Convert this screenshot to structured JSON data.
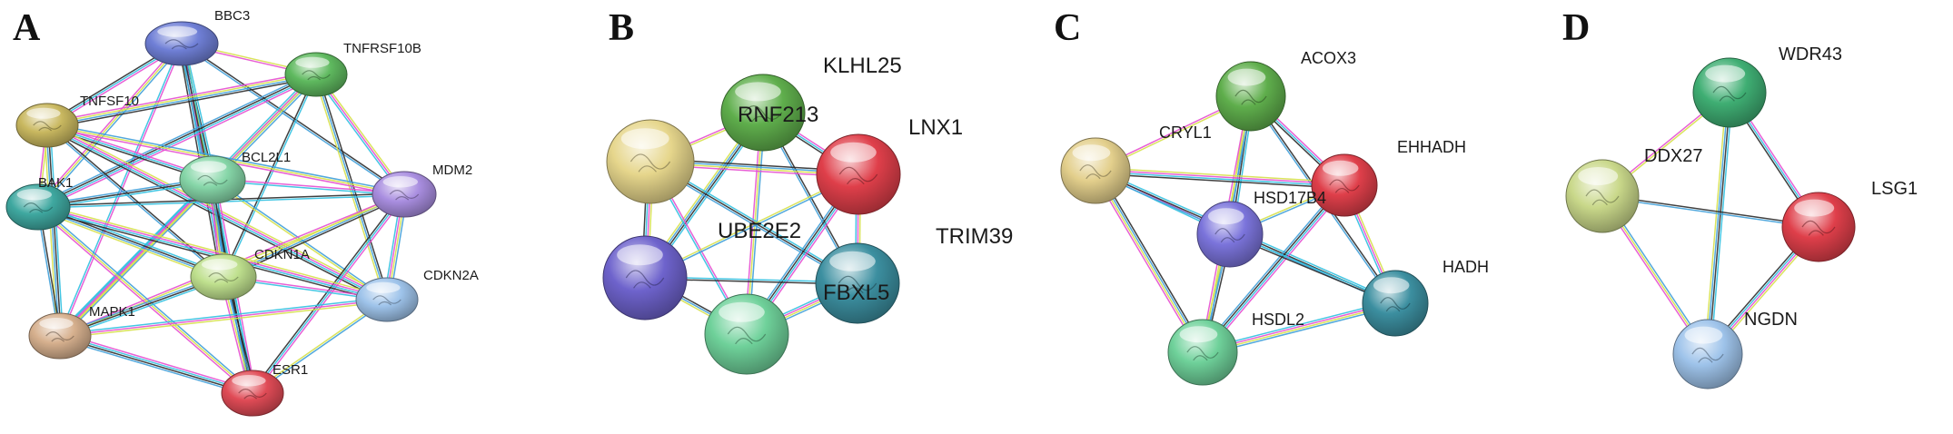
{
  "panels": [
    {
      "letter": "A",
      "nodes": [
        {
          "id": "BBC3",
          "label": "BBC3",
          "color": "#6f7fd6"
        },
        {
          "id": "TNFRSF10B",
          "label": "TNFRSF10B",
          "color": "#5fb95f"
        },
        {
          "id": "TNFSF10",
          "label": "TNFSF10",
          "color": "#c9b860"
        },
        {
          "id": "BCL2L1",
          "label": "BCL2L1",
          "color": "#86d6a8"
        },
        {
          "id": "MDM2",
          "label": "MDM2",
          "color": "#a98ee0"
        },
        {
          "id": "BAK1",
          "label": "BAK1",
          "color": "#3fa8a0"
        },
        {
          "id": "CDKN1A",
          "label": "CDKN1A",
          "color": "#bfe08e"
        },
        {
          "id": "CDKN2A",
          "label": "CDKN2A",
          "color": "#9ec3ea"
        },
        {
          "id": "MAPK1",
          "label": "MAPK1",
          "color": "#d6b08e"
        },
        {
          "id": "ESR1",
          "label": "ESR1",
          "color": "#e04b56"
        }
      ],
      "edges": [
        [
          "BBC3",
          "TNFRSF10B"
        ],
        [
          "BBC3",
          "TNFSF10"
        ],
        [
          "BBC3",
          "BCL2L1"
        ],
        [
          "BBC3",
          "MDM2"
        ],
        [
          "BBC3",
          "BAK1"
        ],
        [
          "BBC3",
          "CDKN1A"
        ],
        [
          "BBC3",
          "MAPK1"
        ],
        [
          "BBC3",
          "ESR1"
        ],
        [
          "TNFRSF10B",
          "TNFSF10"
        ],
        [
          "TNFRSF10B",
          "BCL2L1"
        ],
        [
          "TNFRSF10B",
          "MDM2"
        ],
        [
          "TNFRSF10B",
          "BAK1"
        ],
        [
          "TNFRSF10B",
          "CDKN1A"
        ],
        [
          "TNFRSF10B",
          "CDKN2A"
        ],
        [
          "TNFRSF10B",
          "MAPK1"
        ],
        [
          "TNFSF10",
          "BAK1"
        ],
        [
          "TNFSF10",
          "BCL2L1"
        ],
        [
          "TNFSF10",
          "MAPK1"
        ],
        [
          "TNFSF10",
          "CDKN1A"
        ],
        [
          "TNFSF10",
          "MDM2"
        ],
        [
          "TNFSF10",
          "CDKN2A"
        ],
        [
          "BCL2L1",
          "MDM2"
        ],
        [
          "BCL2L1",
          "BAK1"
        ],
        [
          "BCL2L1",
          "CDKN1A"
        ],
        [
          "BCL2L1",
          "CDKN2A"
        ],
        [
          "BCL2L1",
          "MAPK1"
        ],
        [
          "BCL2L1",
          "ESR1"
        ],
        [
          "MDM2",
          "BAK1"
        ],
        [
          "MDM2",
          "CDKN1A"
        ],
        [
          "MDM2",
          "CDKN2A"
        ],
        [
          "MDM2",
          "MAPK1"
        ],
        [
          "MDM2",
          "ESR1"
        ],
        [
          "BAK1",
          "CDKN1A"
        ],
        [
          "BAK1",
          "MAPK1"
        ],
        [
          "BAK1",
          "ESR1"
        ],
        [
          "BAK1",
          "CDKN2A"
        ],
        [
          "CDKN1A",
          "CDKN2A"
        ],
        [
          "CDKN1A",
          "MAPK1"
        ],
        [
          "CDKN1A",
          "ESR1"
        ],
        [
          "CDKN2A",
          "ESR1"
        ],
        [
          "CDKN2A",
          "MAPK1"
        ],
        [
          "MAPK1",
          "ESR1"
        ]
      ]
    },
    {
      "letter": "B",
      "nodes": [
        {
          "id": "KLHL25",
          "label": "KLHL25",
          "color": "#5fae4c"
        },
        {
          "id": "RNF213",
          "label": "RNF213",
          "color": "#e6d68c"
        },
        {
          "id": "LNX1",
          "label": "LNX1",
          "color": "#df3f4a"
        },
        {
          "id": "UBE2E2",
          "label": "UBE2E2",
          "color": "#6e63cc"
        },
        {
          "id": "TRIM39",
          "label": "TRIM39",
          "color": "#3c8fa0"
        },
        {
          "id": "FBXL5",
          "label": "FBXL5",
          "color": "#6fd19a"
        }
      ],
      "edges": [
        [
          "KLHL25",
          "RNF213"
        ],
        [
          "KLHL25",
          "LNX1"
        ],
        [
          "KLHL25",
          "UBE2E2"
        ],
        [
          "KLHL25",
          "TRIM39"
        ],
        [
          "KLHL25",
          "FBXL5"
        ],
        [
          "RNF213",
          "UBE2E2"
        ],
        [
          "RNF213",
          "FBXL5"
        ],
        [
          "RNF213",
          "TRIM39"
        ],
        [
          "RNF213",
          "LNX1"
        ],
        [
          "LNX1",
          "UBE2E2"
        ],
        [
          "LNX1",
          "TRIM39"
        ],
        [
          "LNX1",
          "FBXL5"
        ],
        [
          "UBE2E2",
          "TRIM39"
        ],
        [
          "UBE2E2",
          "FBXL5"
        ],
        [
          "TRIM39",
          "FBXL5"
        ]
      ]
    },
    {
      "letter": "C",
      "nodes": [
        {
          "id": "ACOX3",
          "label": "ACOX3",
          "color": "#5fae4c"
        },
        {
          "id": "CRYL1",
          "label": "CRYL1",
          "color": "#e3cf8c"
        },
        {
          "id": "EHHADH",
          "label": "EHHADH",
          "color": "#df3f4a"
        },
        {
          "id": "HSD17B4",
          "label": "HSD17B4",
          "color": "#7b74db"
        },
        {
          "id": "HADH",
          "label": "HADH",
          "color": "#3c8fa0"
        },
        {
          "id": "HSDL2",
          "label": "HSDL2",
          "color": "#6fd19a"
        }
      ],
      "edges": [
        [
          "ACOX3",
          "CRYL1"
        ],
        [
          "ACOX3",
          "EHHADH"
        ],
        [
          "ACOX3",
          "HSD17B4"
        ],
        [
          "ACOX3",
          "HADH"
        ],
        [
          "ACOX3",
          "HSDL2"
        ],
        [
          "CRYL1",
          "EHHADH"
        ],
        [
          "CRYL1",
          "HSD17B4"
        ],
        [
          "CRYL1",
          "HADH"
        ],
        [
          "CRYL1",
          "HSDL2"
        ],
        [
          "EHHADH",
          "HSD17B4"
        ],
        [
          "EHHADH",
          "HADH"
        ],
        [
          "EHHADH",
          "HSDL2"
        ],
        [
          "HSD17B4",
          "HADH"
        ],
        [
          "HSD17B4",
          "HSDL2"
        ],
        [
          "HADH",
          "HSDL2"
        ]
      ]
    },
    {
      "letter": "D",
      "nodes": [
        {
          "id": "WDR43",
          "label": "WDR43",
          "color": "#3fae73"
        },
        {
          "id": "DDX27",
          "label": "DDX27",
          "color": "#c9d88a"
        },
        {
          "id": "LSG1",
          "label": "LSG1",
          "color": "#df3f4a"
        },
        {
          "id": "NGDN",
          "label": "NGDN",
          "color": "#9ec3ea"
        }
      ],
      "edges": [
        [
          "WDR43",
          "DDX27"
        ],
        [
          "WDR43",
          "LSG1"
        ],
        [
          "WDR43",
          "NGDN"
        ],
        [
          "DDX27",
          "LSG1"
        ],
        [
          "DDX27",
          "NGDN"
        ],
        [
          "LSG1",
          "NGDN"
        ]
      ]
    }
  ],
  "edge_colors": [
    "#d6e04a",
    "#e64fd0",
    "#30c0e0",
    "#2b2b2b",
    "#3f9fd8"
  ]
}
